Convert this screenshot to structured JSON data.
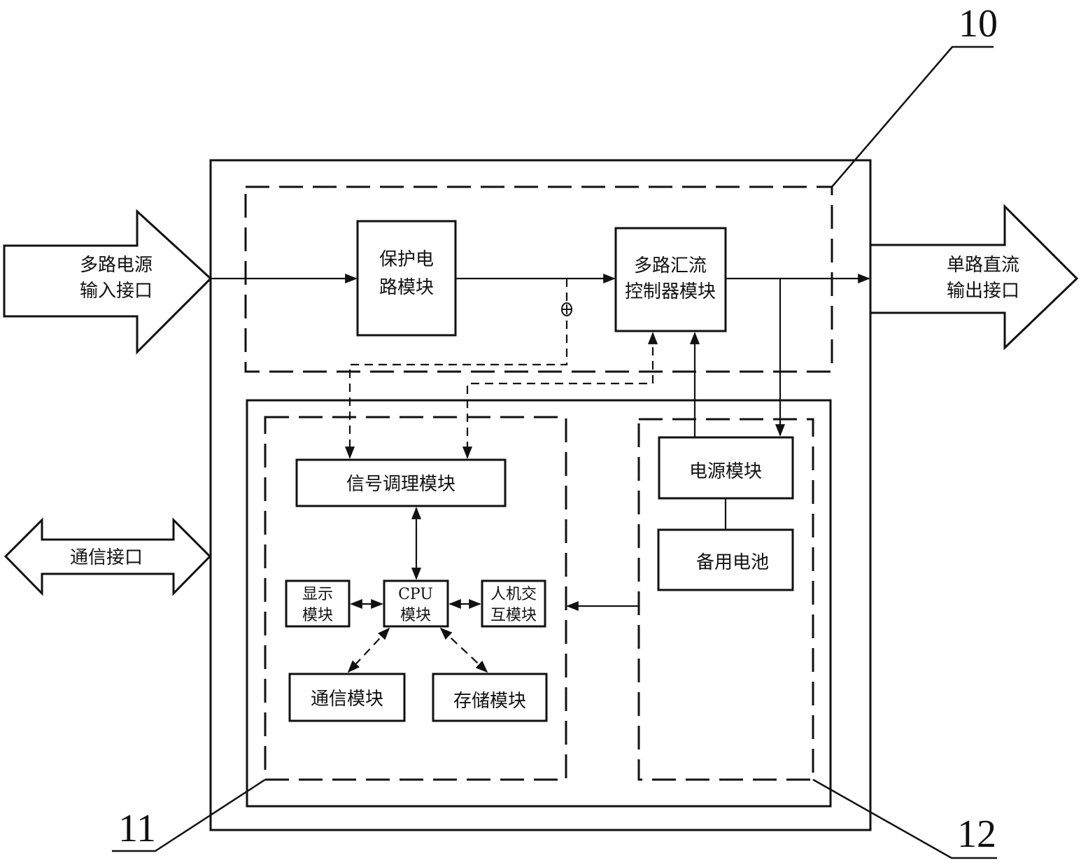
{
  "input_interface": [
    "多路电源",
    "输入接口"
  ],
  "output_interface": [
    "单路直流",
    "输出接口"
  ],
  "comm_interface": "通信接口",
  "protection_module": [
    "保护电",
    "路模块"
  ],
  "controller_module": [
    "多路汇流",
    "控制器模块"
  ],
  "signal_module": "信号调理模块",
  "display_module": [
    "显示",
    "模块"
  ],
  "cpu_module": [
    "CPU",
    "模块"
  ],
  "hmi_module": [
    "人机交",
    "互模块"
  ],
  "comm_module": "通信模块",
  "storage_module": "存储模块",
  "power_module": "电源模块",
  "battery": "备用电池",
  "refs": {
    "top": "10",
    "left": "11",
    "right": "12"
  },
  "colors": {
    "line": "#111111",
    "background": "#ffffff"
  }
}
